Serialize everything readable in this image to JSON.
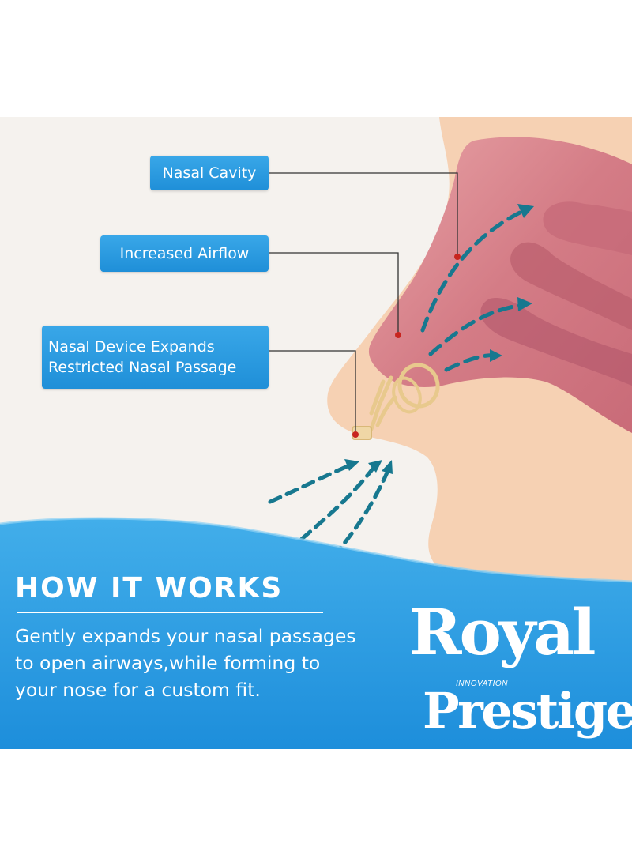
{
  "callouts": {
    "nasal_cavity": "Nasal Cavity",
    "increased_airflow": "Increased Airflow",
    "device_line1": "Nasal Device Expands",
    "device_line2": "Restricted Nasal Passage"
  },
  "section": {
    "heading": "HOW IT WORKS",
    "description_lines": [
      "Gently expands your nasal passages",
      "to open airways,while forming to",
      "your nose for a custom fit."
    ]
  },
  "brand": {
    "word1": "Royal",
    "tagline": "INNOVATION",
    "word2": "Prestige"
  },
  "colors": {
    "background": "#f5f2ee",
    "skin": "#f6d1b3",
    "cavity": "#d9838c",
    "callout_blue": "#2a9be0",
    "wave_blue": "#1d8edb",
    "arrow_teal": "#17788f",
    "marker_red": "#c8251f"
  }
}
